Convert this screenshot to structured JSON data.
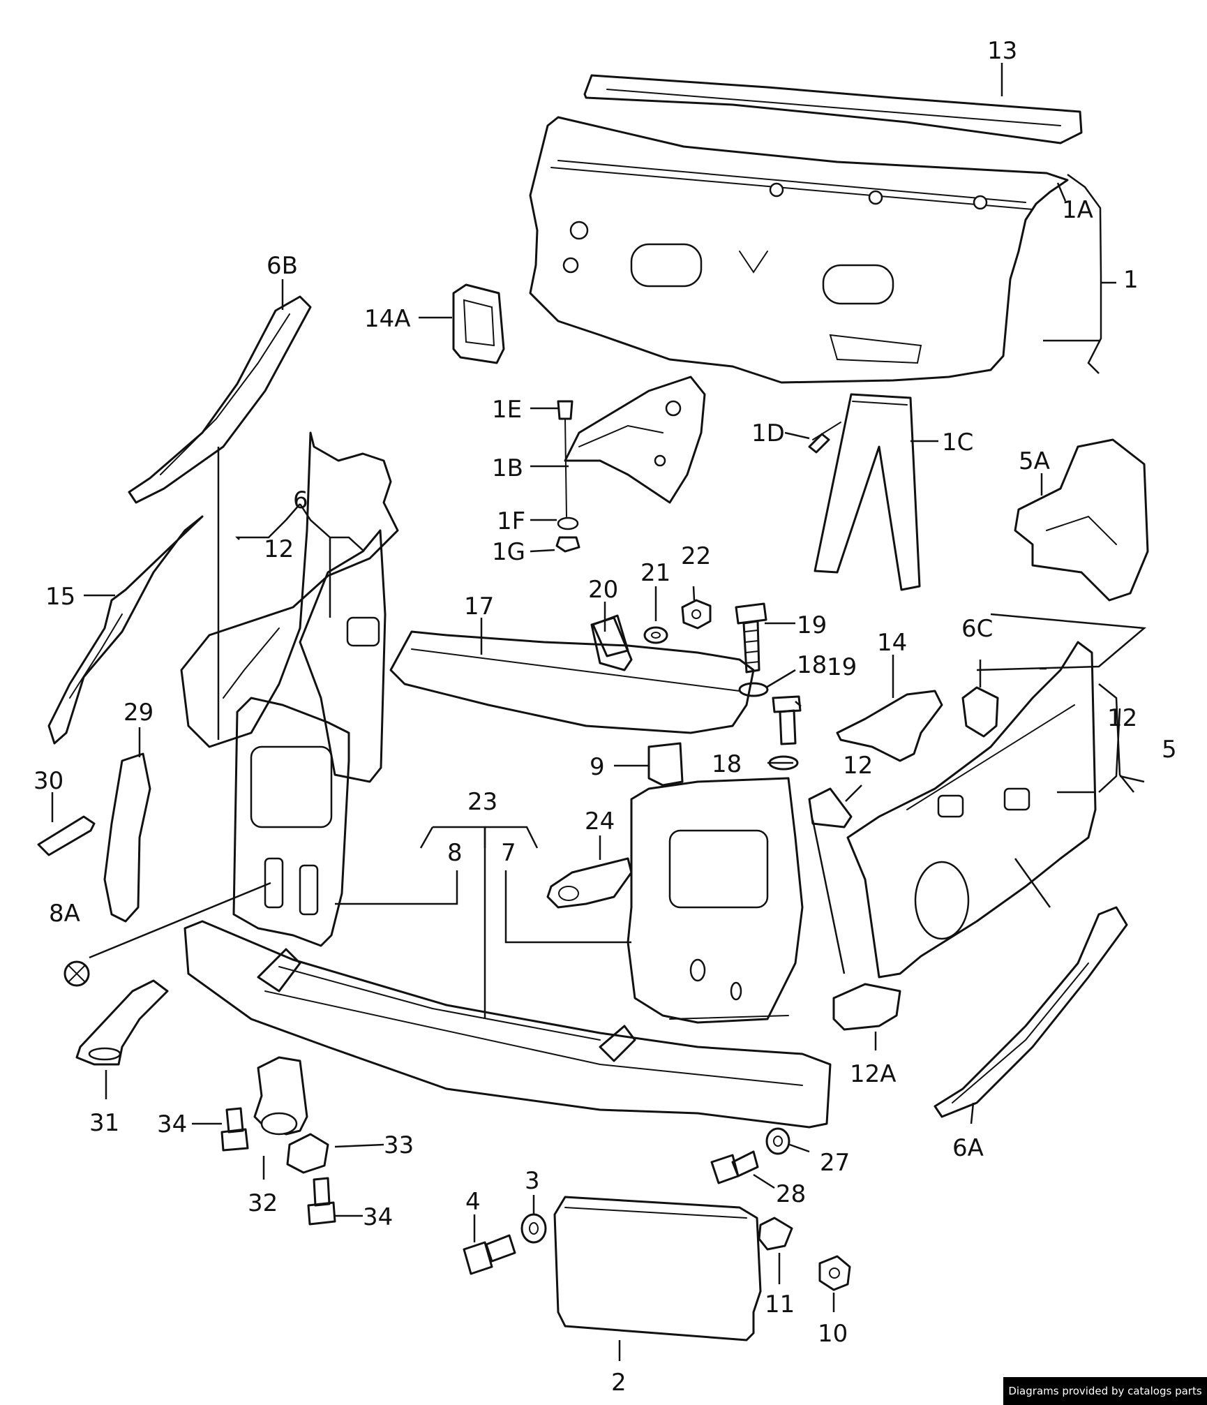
{
  "callouts": {
    "c13": "13",
    "c1A": "1A",
    "c1": "1",
    "c6B": "6B",
    "c14A": "14A",
    "c1E": "1E",
    "c1B": "1B",
    "c1F": "1F",
    "c1G": "1G",
    "c1D": "1D",
    "c1C": "1C",
    "c5A": "5A",
    "c6": "6",
    "c12a": "12",
    "c15": "15",
    "c17": "17",
    "c20": "20",
    "c21": "21",
    "c22": "22",
    "c19a": "19",
    "c18a": "18",
    "c19b": "19",
    "c14": "14",
    "c6C": "6C",
    "c12b": "12",
    "c5": "5",
    "c29": "29",
    "c30": "30",
    "c9": "9",
    "c18b": "18",
    "c12c": "12",
    "c23": "23",
    "c8": "8",
    "c7": "7",
    "c24": "24",
    "c8A": "8A",
    "c12A": "12A",
    "c6A": "6A",
    "c31": "31",
    "c34a": "34",
    "c33": "33",
    "c32": "32",
    "c34b": "34",
    "c27": "27",
    "c28": "28",
    "c3": "3",
    "c4": "4",
    "c11": "11",
    "c10": "10",
    "c2": "2"
  },
  "credit": "Diagrams provided by catalogs parts"
}
